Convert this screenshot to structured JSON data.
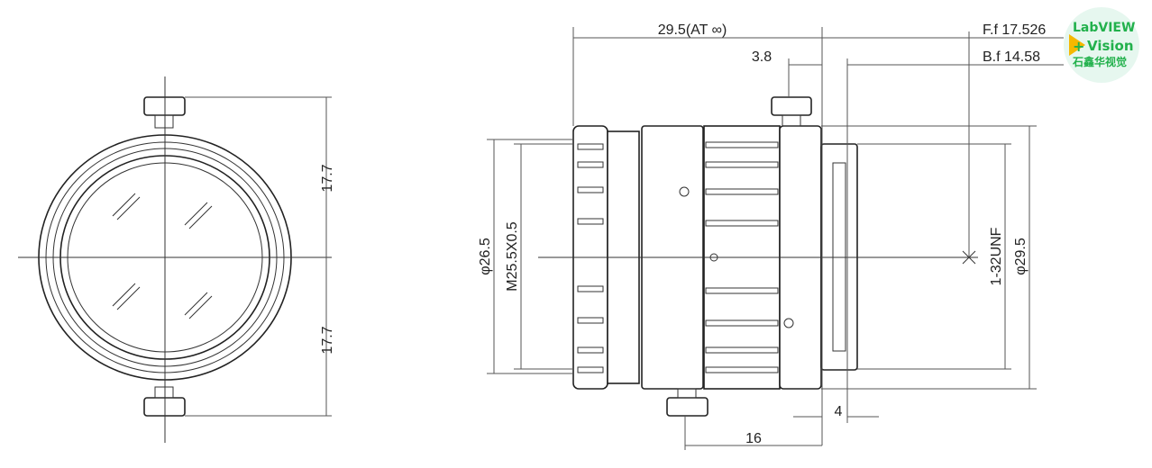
{
  "front_view": {
    "dim_upper": "17.7",
    "dim_lower": "17.7"
  },
  "side_view": {
    "overall_length": "29.5(AT ∞)",
    "flange_offset": "3.8",
    "front_focal": "F.f 17.526",
    "back_focal": "B.f 14.58",
    "front_diameter": "φ26.5",
    "filter_thread": "M25.5X0.5",
    "mount_thread": "1-32UNF",
    "body_diameter": "φ29.5",
    "mount_length": "4",
    "knob_position": "16"
  },
  "logo": {
    "line1": "LabVIEW",
    "line2": "Vision",
    "line3": "石鑫华视觉",
    "colors": {
      "text": "#22b14c",
      "arrow": "#f5b800",
      "bg": "#e6f7ef"
    }
  }
}
